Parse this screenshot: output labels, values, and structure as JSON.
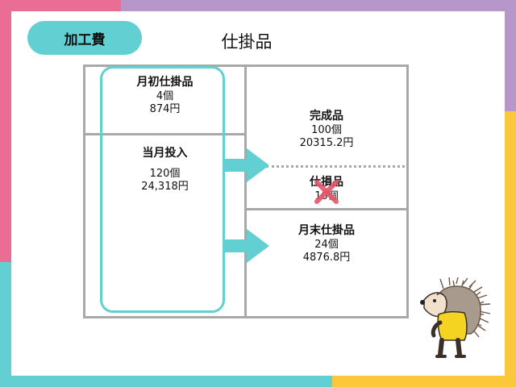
{
  "header": {
    "badge_label": "加工費",
    "title": "仕掛品"
  },
  "table": {
    "opening_wip": {
      "label": "月初仕掛品",
      "quantity": "4個",
      "amount": "874円"
    },
    "current_input": {
      "label": "当月投入",
      "quantity": "120個",
      "amount": "24,318円"
    },
    "completed": {
      "label": "完成品",
      "quantity": "100個",
      "amount": "20315.2円"
    },
    "loss": {
      "label": "仕損品",
      "quantity": "10個",
      "crossed_out": true
    },
    "ending_wip": {
      "label": "月末仕掛品",
      "quantity": "24個",
      "amount": "4876.8円"
    }
  },
  "colors": {
    "teal": "#62cfd2",
    "pink": "#ea6d96",
    "lilac": "#b796c9",
    "gold": "#fbc83c",
    "grid_gray": "#a8a8a8",
    "cross_red": "#e8546a"
  },
  "icons": [
    "arrow-right-icon",
    "cross-mark-icon",
    "hedgehog-mascot"
  ]
}
